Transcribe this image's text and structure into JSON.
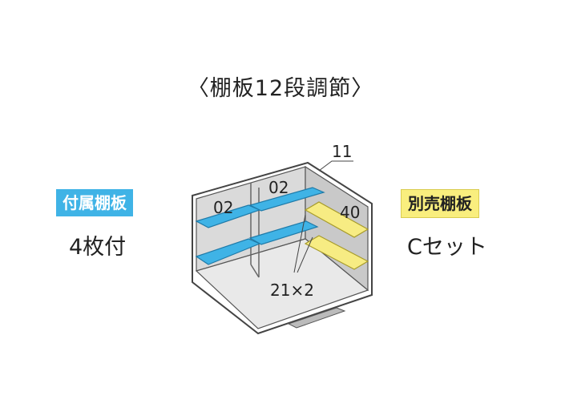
{
  "title": "〈棚板12段調節〉",
  "included": {
    "badge": "付属棚板",
    "text": "4枚付"
  },
  "optional": {
    "badge": "別売棚板",
    "text": "Cセット"
  },
  "diagram": {
    "labels": {
      "left_upper": "02",
      "left_center": "02",
      "top_right": "11",
      "right_shelf": "40",
      "bottom": "21×2"
    },
    "colors": {
      "blue_shelf": "#3fb3e6",
      "yellow_shelf": "#f7ec83",
      "interior": "#d8d8d8",
      "outline": "#444444"
    }
  }
}
